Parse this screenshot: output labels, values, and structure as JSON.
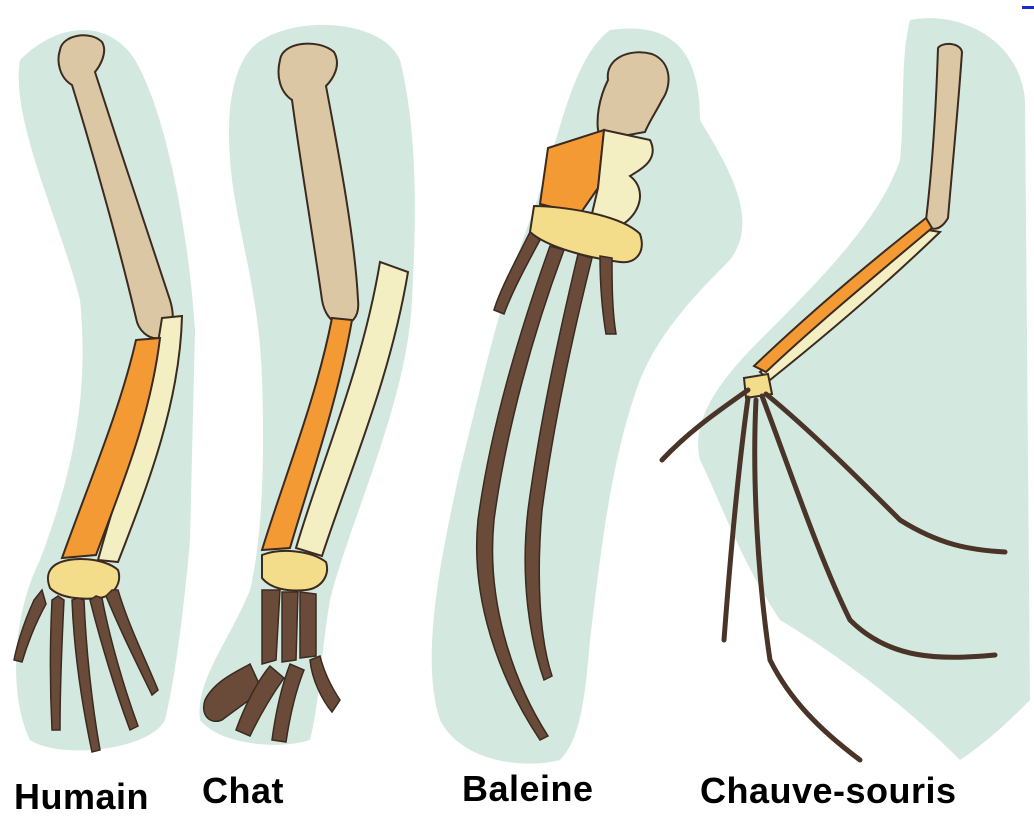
{
  "labels": {
    "human": "Humain",
    "cat": "Chat",
    "whale": "Baleine",
    "bat": "Chauve-souris"
  },
  "colors": {
    "background": "#ffffff",
    "silhouette": "#d3e9e0",
    "humerus": "#dcc7a4",
    "radius": "#f39a35",
    "ulna": "#f4efc3",
    "carpals": "#f3dc8a",
    "phalanges": "#6a4b39",
    "outline": "#3a2a20",
    "label": "#000000"
  }
}
